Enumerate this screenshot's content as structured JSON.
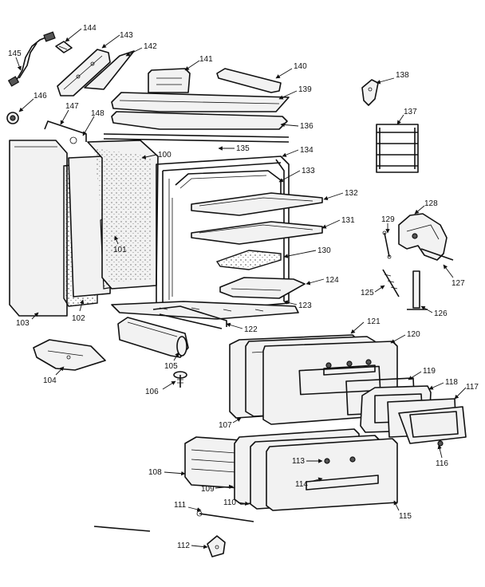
{
  "diagram": {
    "callouts": [
      "100",
      "101",
      "102",
      "103",
      "104",
      "105",
      "106",
      "107",
      "108",
      "109",
      "110",
      "111",
      "112",
      "113",
      "114",
      "115",
      "116",
      "117",
      "118",
      "119",
      "120",
      "121",
      "122",
      "123",
      "124",
      "125",
      "126",
      "127",
      "128",
      "129",
      "130",
      "131",
      "132",
      "133",
      "134",
      "135",
      "136",
      "137",
      "138",
      "139",
      "140",
      "141",
      "142",
      "143",
      "144",
      "145",
      "146",
      "147",
      "148"
    ],
    "colors": {
      "line": "#111111",
      "background": "#ffffff",
      "shade": "#f2f2f2"
    }
  }
}
